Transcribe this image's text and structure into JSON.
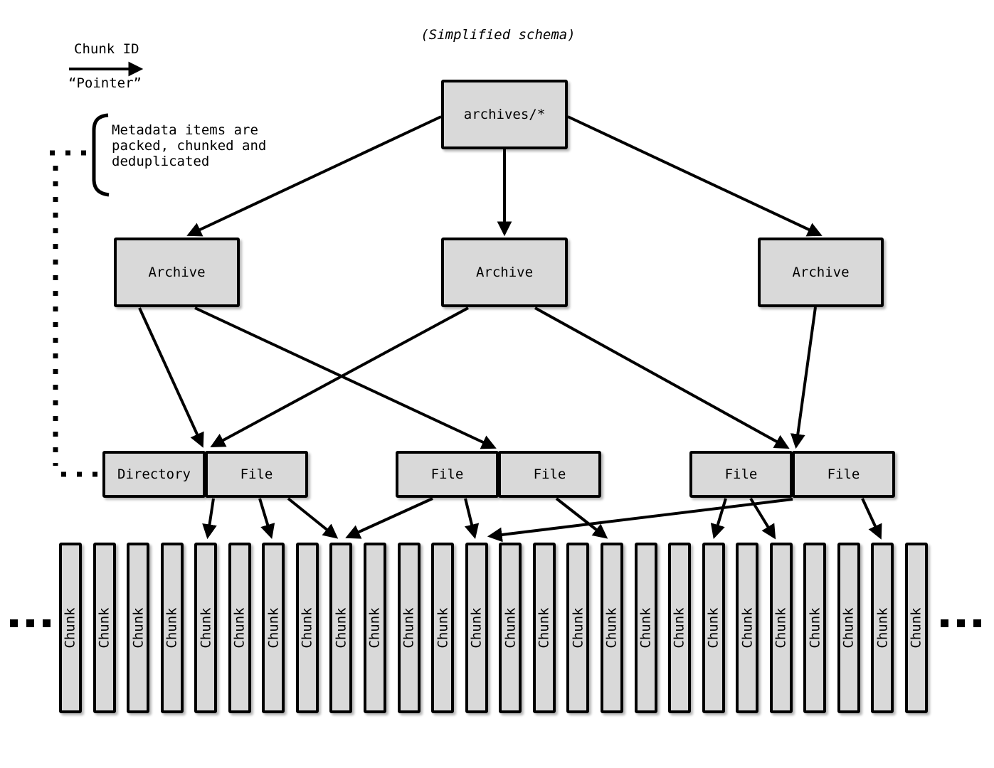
{
  "header": {
    "title": "(Simplified schema)"
  },
  "legend": {
    "title": "Chunk ID",
    "subtitle": "“Pointer”",
    "arrow": "right-arrow"
  },
  "note": {
    "lines": [
      "Metadata items are",
      "packed, chunked and",
      "deduplicated"
    ]
  },
  "nodes": {
    "root": {
      "label": "archives/*"
    },
    "archives": [
      {
        "label": "Archive"
      },
      {
        "label": "Archive"
      },
      {
        "label": "Archive"
      }
    ],
    "pairs": [
      {
        "left": "Directory",
        "right": "File"
      },
      {
        "left": "File",
        "right": "File"
      },
      {
        "left": "File",
        "right": "File"
      }
    ],
    "chunks": {
      "label": "Chunk",
      "count": 26
    }
  },
  "ellipsis": {
    "left": "...",
    "right": "..."
  },
  "colors": {
    "box_fill": "#d9d9d9",
    "box_border": "#000000",
    "line": "#000000",
    "background": "#ffffff"
  }
}
